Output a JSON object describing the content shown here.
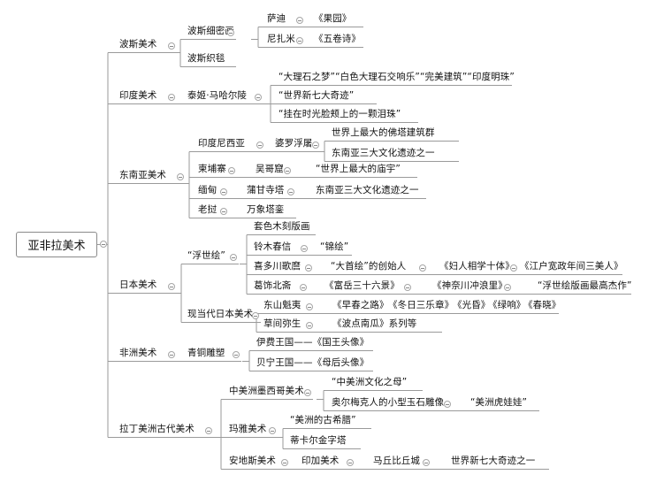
{
  "root": "亚非拉美术",
  "persia": {
    "label": "波斯美术",
    "miniature": "波斯细密画",
    "sadi": "萨迪",
    "sadi_work": "《果园》",
    "nizami": "尼扎米",
    "nizami_work": "《五卷诗》",
    "carpet": "波斯织毯"
  },
  "india": {
    "label": "印度美术",
    "taj": "泰姬·马哈尔陵",
    "q1": "“大理石之梦”“白色大理石交响乐”“完美建筑”“印度明珠”",
    "q2": "“世界新七大奇迹”",
    "q3": "“挂在时光脸颊上的一颗泪珠”"
  },
  "sea": {
    "label": "东南亚美术",
    "indonesia": "印度尼西亚",
    "borobudur": "婆罗浮屠",
    "b1": "世界上最大的佛塔建筑群",
    "b2": "东南亚三大文化遗迹之一",
    "cambodia": "柬埔寨",
    "angkor": "吴哥窟",
    "angkor_q": "“世界上最大的庙宇”",
    "myanmar": "缅甸",
    "bagan": "蒲甘寺塔",
    "bagan_q": "东南亚三大文化遗迹之一",
    "laos": "老挝",
    "pagoda": "万象塔銮"
  },
  "japan": {
    "label": "日本美术",
    "ukiyoe": "“浮世绘”",
    "woodblock": "套色木刻版画",
    "harunobu": "铃木春信",
    "harunobu_q": "“锦绘”",
    "utamaro": "喜多川歌麿",
    "utamaro_q": "“大首绘”的创始人",
    "utamaro_w1": "《妇人相学十体》",
    "utamaro_w2": "《江户宽政年间三美人》",
    "hokusai": "葛饰北斋",
    "hokusai_w1": "《富岳三十六景》",
    "hokusai_w2": "《神奈川冲浪里》",
    "hokusai_q": "“浮世绘版画最高杰作”",
    "modern": "现当代日本美术",
    "kaii": "东山魁夷",
    "kaii_w1": "《早春之路》",
    "kaii_w2": "《冬日三乐章》",
    "kaii_w3": "《光昏》",
    "kaii_w4": "《绿响》",
    "kaii_w5": "《春晓》",
    "kusama": "草间弥生",
    "kusama_w": "《波点南瓜》系列等"
  },
  "africa": {
    "label": "非洲美术",
    "bronze": "青铜雕塑",
    "ife": "伊费王国——《国王头像》",
    "benin": "贝宁王国——《母后头像》"
  },
  "latam": {
    "label": "拉丁美洲古代美术",
    "meso": "中美洲墨西哥美术",
    "meso_q": "“中美洲文化之母”",
    "olmec": "奥尔梅克人的小型玉石雕像",
    "olmec_q": "“美洲虎娃娃”",
    "maya": "玛雅美术",
    "maya_q": "“美洲的古希腊”",
    "tikal": "蒂卡尔金字塔",
    "andes": "安地斯美术",
    "inca": "印加美术",
    "machu": "马丘比丘城",
    "machu_q": "世界新七大奇迹之一"
  }
}
